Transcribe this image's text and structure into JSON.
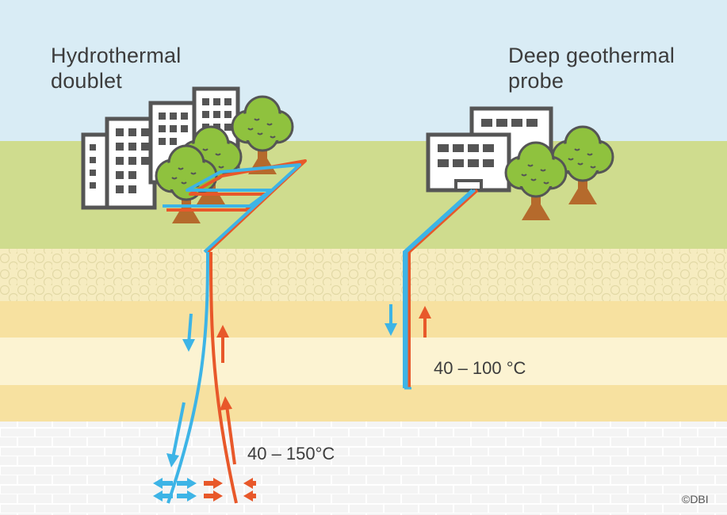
{
  "labels": {
    "left_title_line1": "Hydrothermal",
    "left_title_line2": "doublet",
    "right_title_line1": "Deep geothermal",
    "right_title_line2": "probe",
    "left_temp": "40 – 150°C",
    "right_temp": "40 – 100 °C",
    "copyright": "©DBI"
  },
  "colors": {
    "sky": "#d9ecf5",
    "grass": "#cfdc8e",
    "gravel": "#f6ecc0",
    "band_dark": "#f7e1a0",
    "band_light": "#fcf3d2",
    "bedrock": "#f4f4f4",
    "cold_pipe": "#3db4e6",
    "hot_pipe": "#e8582a",
    "building_outline": "#555555",
    "tree_green": "#8fc23e",
    "trunk": "#b56a2c"
  },
  "icons": [
    "building-icon",
    "tree-icon",
    "arrow-up-icon",
    "arrow-down-icon",
    "arrow-left-icon",
    "arrow-right-icon"
  ]
}
